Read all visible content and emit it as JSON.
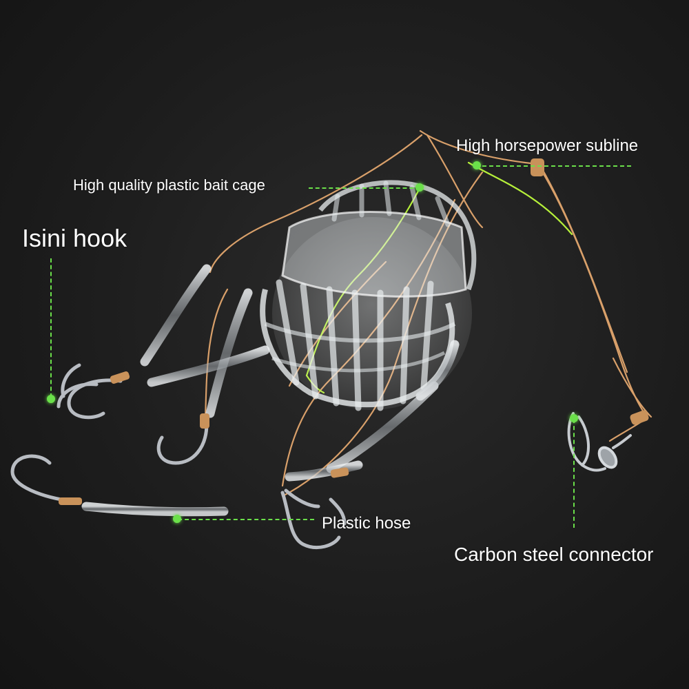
{
  "labels": {
    "cage": "High quality plastic bait cage",
    "subline": "High horsepower subline",
    "hook": "Isini hook",
    "hose": "Plastic hose",
    "connector": "Carbon steel connector"
  },
  "colors": {
    "background": "#1b1b1b",
    "guide": "#6be04a",
    "label": "#ffffff",
    "line": "#d9a06a",
    "cage": "#e8ecee",
    "hook": "#b8bcc2",
    "hose": "#cfd3d6"
  }
}
